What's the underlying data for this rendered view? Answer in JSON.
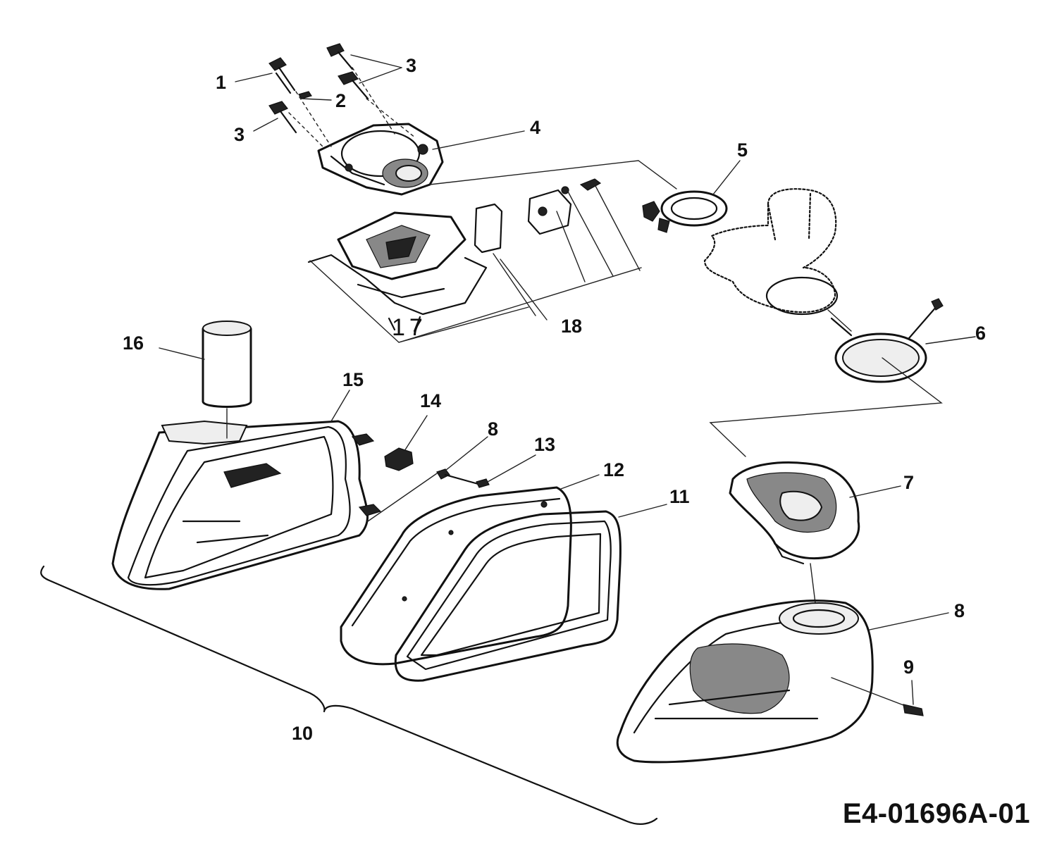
{
  "diagram": {
    "drawing_code": "E4-01696A-01",
    "callouts": [
      {
        "id": "c1",
        "label": "1"
      },
      {
        "id": "c2",
        "label": "2"
      },
      {
        "id": "c3a",
        "label": "3"
      },
      {
        "id": "c3b",
        "label": "3"
      },
      {
        "id": "c4",
        "label": "4"
      },
      {
        "id": "c5",
        "label": "5"
      },
      {
        "id": "c6",
        "label": "6"
      },
      {
        "id": "c7",
        "label": "7"
      },
      {
        "id": "c8a",
        "label": "8"
      },
      {
        "id": "c8b",
        "label": "8"
      },
      {
        "id": "c9",
        "label": "9"
      },
      {
        "id": "c10",
        "label": "10"
      },
      {
        "id": "c11",
        "label": "11"
      },
      {
        "id": "c12",
        "label": "12"
      },
      {
        "id": "c13",
        "label": "13"
      },
      {
        "id": "c14",
        "label": "14"
      },
      {
        "id": "c15",
        "label": "15"
      },
      {
        "id": "c16",
        "label": "16"
      },
      {
        "id": "c17",
        "label": "17"
      },
      {
        "id": "c18",
        "label": "18"
      }
    ]
  }
}
